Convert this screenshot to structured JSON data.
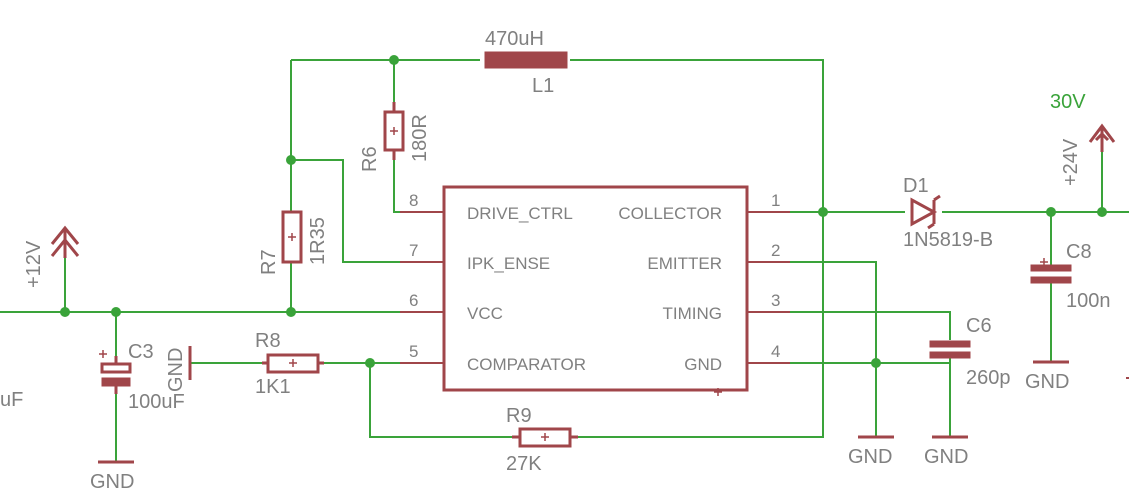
{
  "components": {
    "l1": {
      "value": "470uH",
      "name": "L1"
    },
    "r6": {
      "name": "R6",
      "value": "180R"
    },
    "r7": {
      "name": "R7",
      "value": "1R35"
    },
    "r8": {
      "name": "R8",
      "value": "1K1"
    },
    "r9": {
      "name": "R9",
      "value": "27K"
    },
    "c3": {
      "name": "C3",
      "value": "100uF"
    },
    "c6": {
      "name": "C6",
      "value": "260p"
    },
    "c8": {
      "name": "C8",
      "value": "100n"
    },
    "d1": {
      "name": "D1",
      "value": "1N5819-B"
    },
    "cut_left_value": "uF"
  },
  "ic": {
    "pins_left": [
      {
        "num": "8",
        "label": "DRIVE_CTRL"
      },
      {
        "num": "7",
        "label": "IPK_ENSE"
      },
      {
        "num": "6",
        "label": "VCC"
      },
      {
        "num": "5",
        "label": "COMPARATOR"
      }
    ],
    "pins_right": [
      {
        "num": "1",
        "label": "COLLECTOR"
      },
      {
        "num": "2",
        "label": "EMITTER"
      },
      {
        "num": "3",
        "label": "TIMING"
      },
      {
        "num": "4",
        "label": "GND"
      }
    ]
  },
  "nets": {
    "supply_in": "+12V",
    "supply_out_label": "+24V",
    "supply_out_net": "30V",
    "gnd": "GND"
  }
}
